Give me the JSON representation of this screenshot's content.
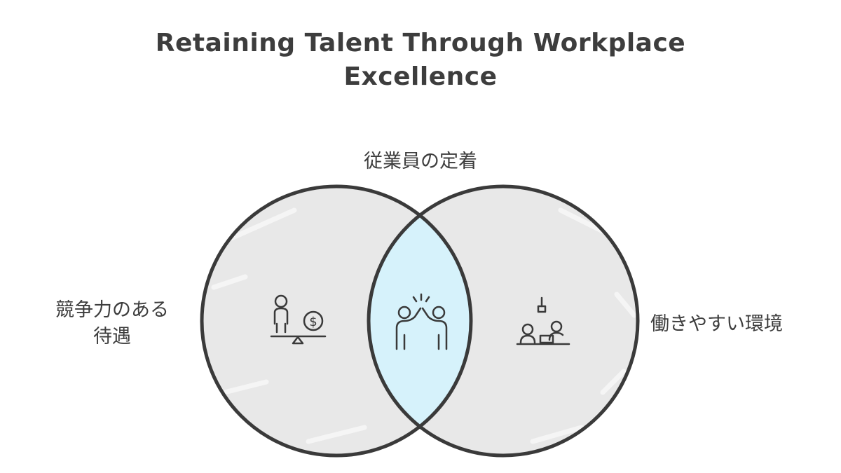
{
  "title_line1": "Retaining Talent Through Workplace",
  "title_line2": "Excellence",
  "intersection_label": "従業員の定着",
  "left_label_line1": "競争力のある",
  "left_label_line2": "待遇",
  "right_label": "働きやすい環境",
  "left_icon": "scale-person-dollar-icon",
  "center_icon": "high-five-icon",
  "right_icon": "office-workers-desk-icon",
  "colors": {
    "circle_fill": "#e8e8e8",
    "intersection_fill": "#d6f2fb",
    "stroke": "#3a3a3a",
    "text": "#3d3d3d"
  }
}
